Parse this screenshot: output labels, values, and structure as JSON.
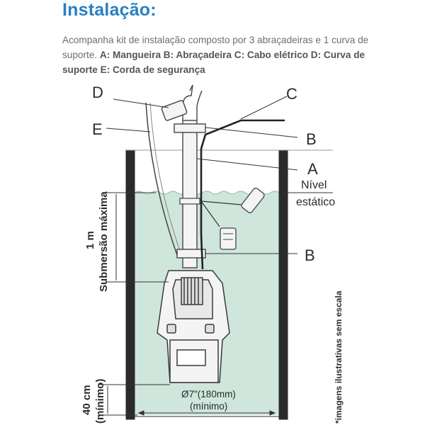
{
  "title": "Instalação:",
  "description": {
    "intro": "Acompanha kit de instalação composto por 3 abraçadeiras e 1 curva de suporte.",
    "parts": "A: Mangueira B: Abraçadeira C: Cabo elétrico D: Curva de suporte E: Corda de segurança"
  },
  "diagram": {
    "labels": {
      "d": "D",
      "c": "C",
      "e": "E",
      "b_top": "B",
      "a": "A",
      "b_mid": "B",
      "nivel": "Nível",
      "estatico": "estático",
      "submersao_1m": "1 m",
      "submersao": "Submersão máxima",
      "min_40cm": "40 cm",
      "minimo_side": "(mínimo)",
      "diameter": "Ø7\"(180mm)",
      "diameter_min": "(mínimo)",
      "scale_note": "*imagens ilustrativas sem escala"
    },
    "colors": {
      "title": "#2a7fc1",
      "water": "#cfe6dc",
      "well_wall": "#2b2b2b",
      "line": "#333333"
    }
  }
}
